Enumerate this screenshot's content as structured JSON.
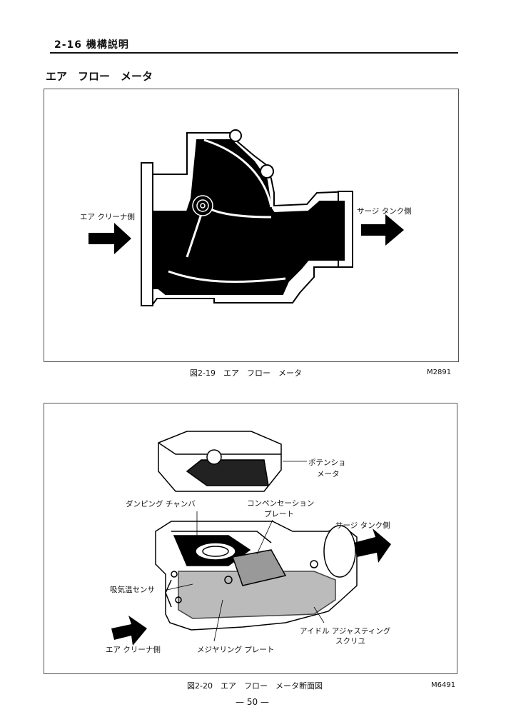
{
  "header": {
    "section": "2-16  機構説明"
  },
  "section_title": "エア　フロー　メータ",
  "figure1": {
    "label_left": "エア クリーナ側",
    "label_right": "サージ タンク側",
    "caption": "図2-19　エア　フロー　メータ",
    "code": "M2891"
  },
  "figure2": {
    "label_potentiometer_1": "ポテンショ",
    "label_potentiometer_2": "メータ",
    "label_damping": "ダンピング チャンバ",
    "label_compensation_1": "コンペンセーション",
    "label_compensation_2": "プレート",
    "label_surge": "サージ タンク側",
    "label_intake_temp": "吸気温センサ",
    "label_idle_1": "アイドル アジャスティング",
    "label_idle_2": "スクリユ",
    "label_air_cleaner": "エア クリーナ側",
    "label_measuring": "メジヤリング プレート",
    "caption": "図2-20　エア　フロー　メータ断面図",
    "code": "M6491"
  },
  "page_number": "— 50 —"
}
